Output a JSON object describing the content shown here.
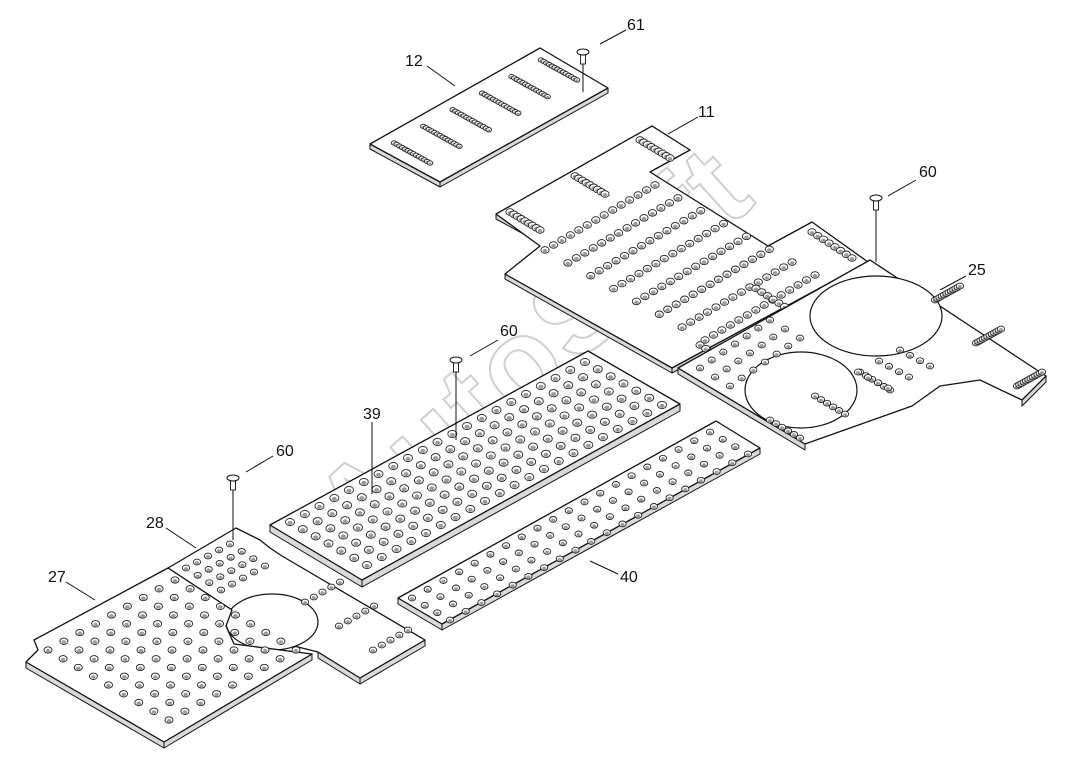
{
  "watermark": "AutoSoft",
  "callouts": [
    {
      "id": "c61",
      "label": "61"
    },
    {
      "id": "c12",
      "label": "12"
    },
    {
      "id": "c11",
      "label": "11"
    },
    {
      "id": "c60a",
      "label": "60"
    },
    {
      "id": "c25",
      "label": "25"
    },
    {
      "id": "c60b",
      "label": "60"
    },
    {
      "id": "c39",
      "label": "39"
    },
    {
      "id": "c60c",
      "label": "60"
    },
    {
      "id": "c28",
      "label": "28"
    },
    {
      "id": "c27",
      "label": "27"
    },
    {
      "id": "c40",
      "label": "40"
    }
  ],
  "parts": [
    {
      "number": "12",
      "name": "plate-12"
    },
    {
      "number": "11",
      "name": "plate-11"
    },
    {
      "number": "25",
      "name": "plate-25"
    },
    {
      "number": "39",
      "name": "plate-39"
    },
    {
      "number": "40",
      "name": "plate-40"
    },
    {
      "number": "28",
      "name": "plate-28"
    },
    {
      "number": "27",
      "name": "plate-27"
    },
    {
      "number": "60",
      "name": "screw-60"
    },
    {
      "number": "61",
      "name": "screw-61"
    }
  ]
}
